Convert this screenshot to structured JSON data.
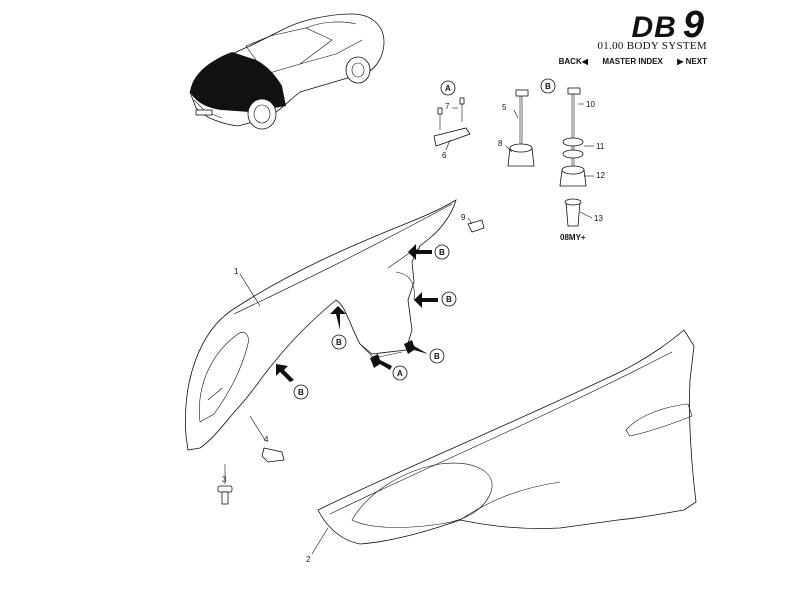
{
  "header": {
    "logo_prefix": "DB",
    "logo_number": "9",
    "section_title": "01.00 BODY SYSTEM",
    "nav": {
      "back": "BACK",
      "master_index": "MASTER INDEX",
      "next": "NEXT"
    }
  },
  "callouts": {
    "c1": "1",
    "c2": "2",
    "c3": "3",
    "c4": "4",
    "c5": "5",
    "c6": "6",
    "c7": "7",
    "c8": "8",
    "c9": "9",
    "c10": "10",
    "c11": "11",
    "c12": "12",
    "c13": "13"
  },
  "detail_tags": {
    "a": "A",
    "b": "B"
  },
  "model_note": "08MY+"
}
